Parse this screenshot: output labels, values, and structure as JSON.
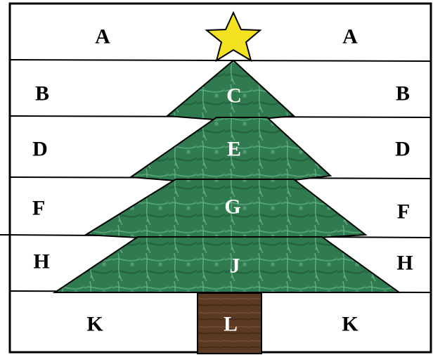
{
  "diagram": {
    "outer_labels": {
      "A_left": "A",
      "A_right": "A",
      "B_left": "B",
      "B_right": "B",
      "D_left": "D",
      "D_right": "D",
      "F_left": "F",
      "F_right": "F",
      "H_left": "H",
      "H_right": "H",
      "K_left": "K",
      "K_right": "K"
    },
    "tree_labels": {
      "C": "C",
      "E": "E",
      "G": "G",
      "J": "J",
      "L": "L"
    },
    "colors": {
      "tree": "#2f7a4f",
      "tree_light": "#6fbf8f",
      "trunk": "#5a3a22",
      "star": "#f2e21f",
      "outline": "#000000",
      "background": "#ffffff"
    },
    "icons": {
      "star": "star-icon",
      "tree": "christmas-tree",
      "trunk": "tree-trunk"
    }
  }
}
